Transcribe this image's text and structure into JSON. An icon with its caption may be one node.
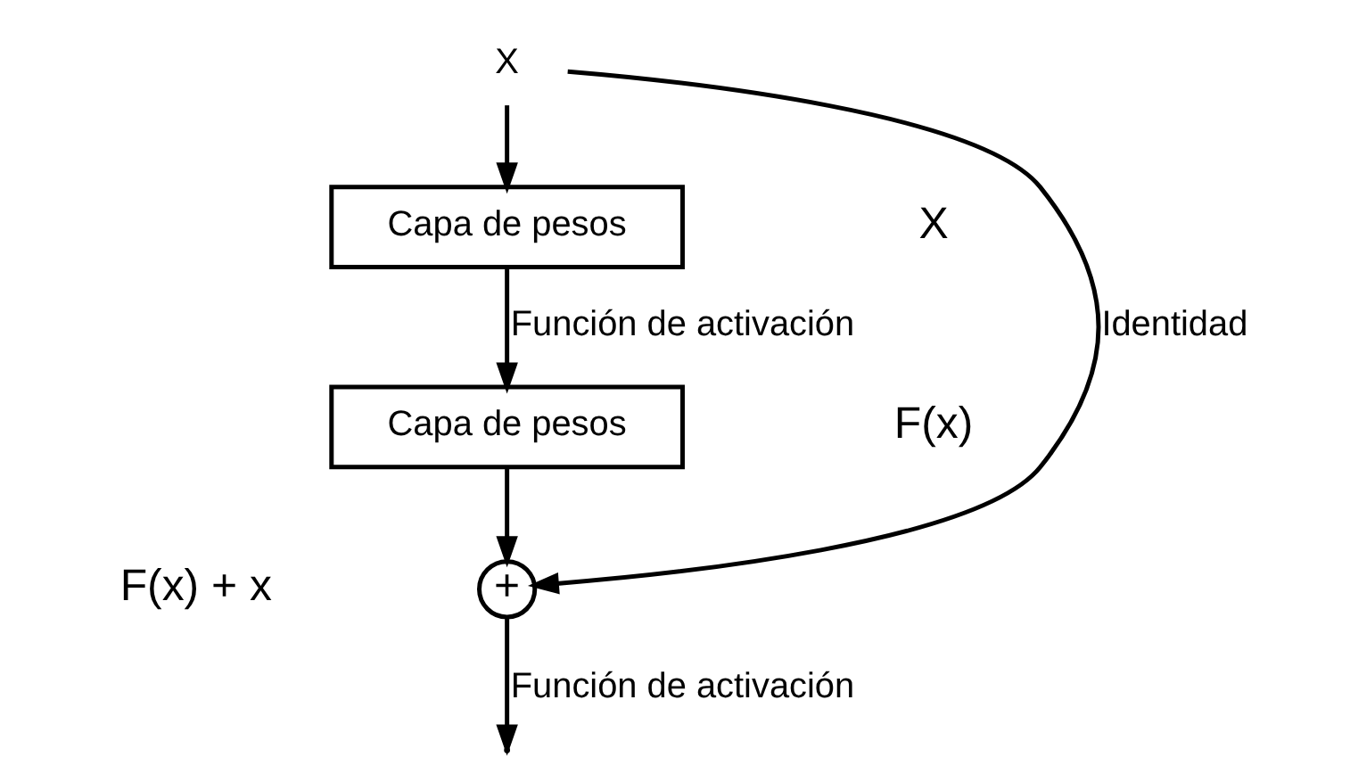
{
  "diagram": {
    "nodes": [
      {
        "text": [
          "X"
        ]
      },
      {
        "text": [
          "Capa de pesos"
        ]
      },
      {
        "text": [
          "Capa de pesos"
        ]
      },
      {
        "text": [
          "+"
        ]
      }
    ],
    "edges": [
      {
        "from": 0,
        "to": 1,
        "arrow": "to"
      },
      {
        "from": 1,
        "to": 2,
        "label": "Función de activación",
        "arrow": "to"
      },
      {
        "from": 2,
        "to": 3,
        "arrow": "to"
      },
      {
        "from": 0,
        "to": 3,
        "label": "Identidad",
        "arrow": "to"
      },
      {
        "from": 3,
        "to": null,
        "label": "Función de activación",
        "arrow": "to"
      }
    ],
    "labels": [
      "F(x)",
      "X",
      "F(x) + x"
    ]
  }
}
